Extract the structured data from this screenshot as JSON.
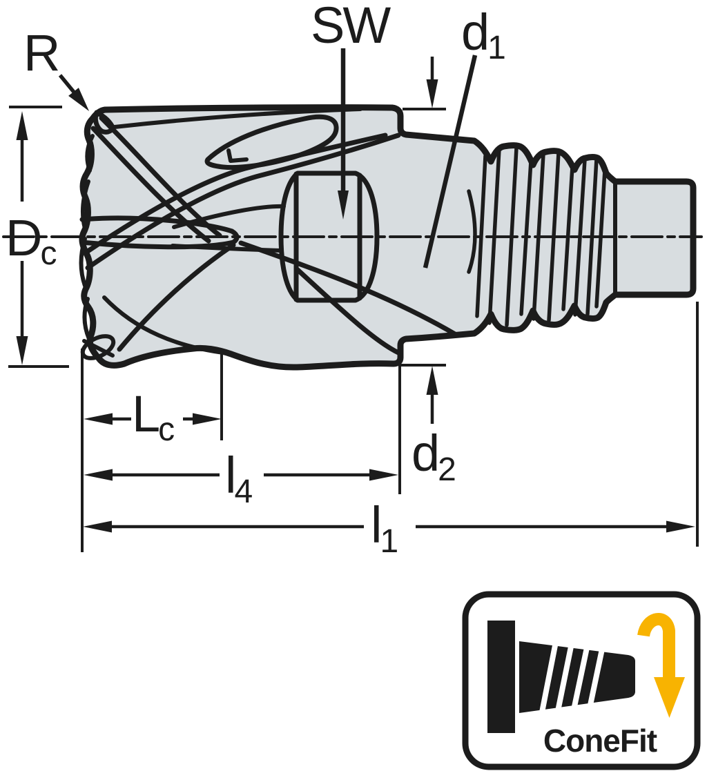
{
  "diagram": {
    "labels": {
      "radius": {
        "main": "R",
        "sub": ""
      },
      "wrench_size": {
        "main": "SW",
        "sub": ""
      },
      "d1": {
        "main": "d",
        "sub": "1"
      },
      "dc": {
        "main": "D",
        "sub": "c"
      },
      "lc": {
        "main": "L",
        "sub": "c"
      },
      "l4": {
        "main": "l",
        "sub": "4"
      },
      "d2": {
        "main": "d",
        "sub": "2"
      },
      "l1": {
        "main": "l",
        "sub": "1"
      }
    },
    "colors": {
      "line": "#1c1c1c",
      "part_fill": "#d8dde0",
      "accent_yellow": "#F8B301",
      "background": "#ffffff"
    }
  },
  "logo": {
    "text": "ConeFit"
  }
}
